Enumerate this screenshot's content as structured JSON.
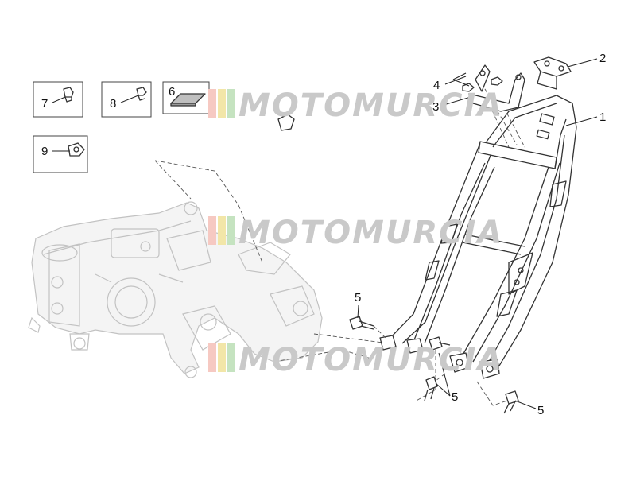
{
  "labels": {
    "p1": "1",
    "p2": "2",
    "p3": "3",
    "p4": "4",
    "p5a": "5",
    "p5b": "5",
    "p5c": "5",
    "p6": "6",
    "p7": "7",
    "p8": "8",
    "p9": "9"
  },
  "watermark": {
    "text": "MOTOMURCIA",
    "stripe_colors": [
      "#f6c9c2",
      "#f2e6a8",
      "#c5e3c0"
    ],
    "text_color": "#c9c9c9"
  },
  "colors": {
    "line": "#333333",
    "ghost_line": "#c2c2c2",
    "background": "#ffffff"
  }
}
